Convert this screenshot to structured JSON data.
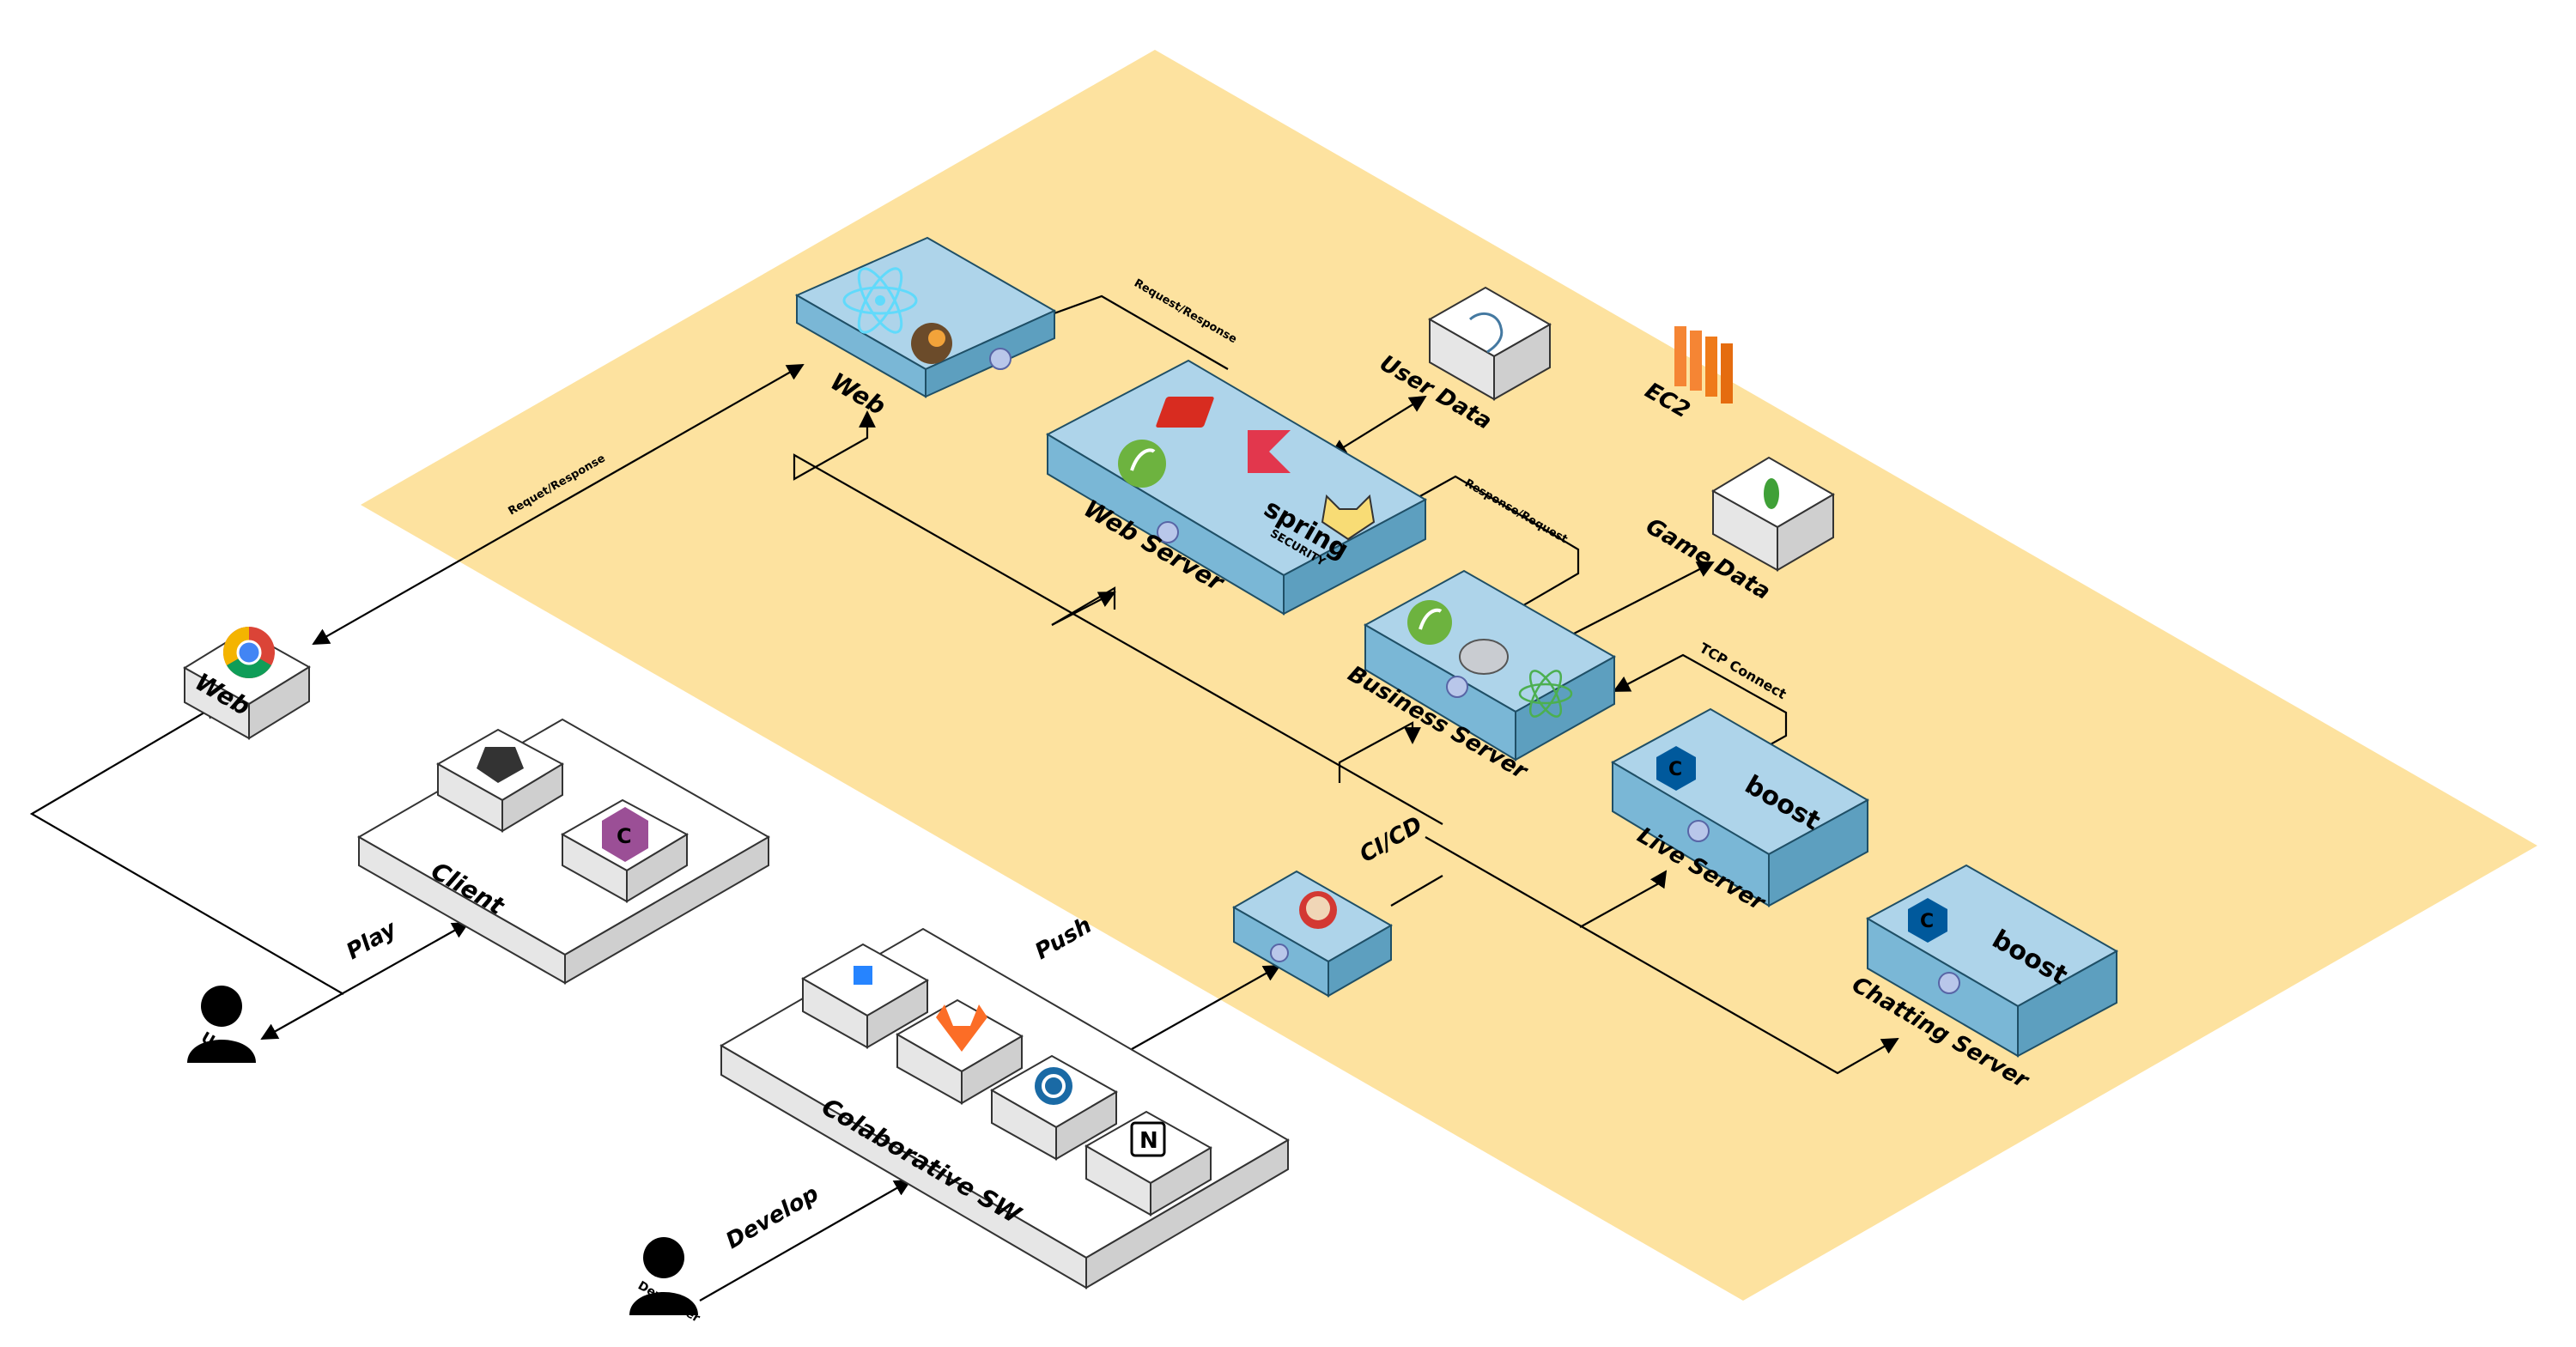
{
  "nodes": {
    "web_frontend": "Web",
    "web_server": "Web Server",
    "user_data": "User Data",
    "ec2": "EC2",
    "game_data": "Game Data",
    "business_server": "Business Server",
    "live_server": "Live Server",
    "chatting_server": "Chatting Server",
    "cicd": "CI/CD",
    "browser": "Web",
    "client": "Client",
    "collab": "Colaborative SW",
    "user": "User",
    "developer": "Developer"
  },
  "edges": {
    "web_to_webserver": "Request/Response",
    "browser_to_web": "Requet/Response",
    "webserver_to_business": "Response/Request",
    "tcp": "TCP Connect",
    "play": "Play",
    "push": "Push",
    "develop": "Develop"
  },
  "badges": {
    "boost": "boost",
    "spring": "spring",
    "security": "SECURITY"
  },
  "colors": {
    "region": "#fde29f",
    "server_top": "#aed4ea",
    "server_side": "#7ab7d6",
    "client_box": "#ffffff",
    "ec2": "#f58534"
  },
  "icons": [
    "react-icon",
    "redux-icon",
    "redis-icon",
    "spring-icon",
    "spring-security-icon",
    "kotlin-icon",
    "tomcat-icon",
    "mysql-icon",
    "mongodb-icon",
    "docker-icon",
    "jenkins-icon",
    "cpp-icon",
    "unity-icon",
    "csharp-icon",
    "chrome-icon",
    "jira-icon",
    "gitlab-icon",
    "gerrit-icon",
    "notion-icon",
    "user-icon",
    "developer-icon",
    "ec2-icon"
  ]
}
